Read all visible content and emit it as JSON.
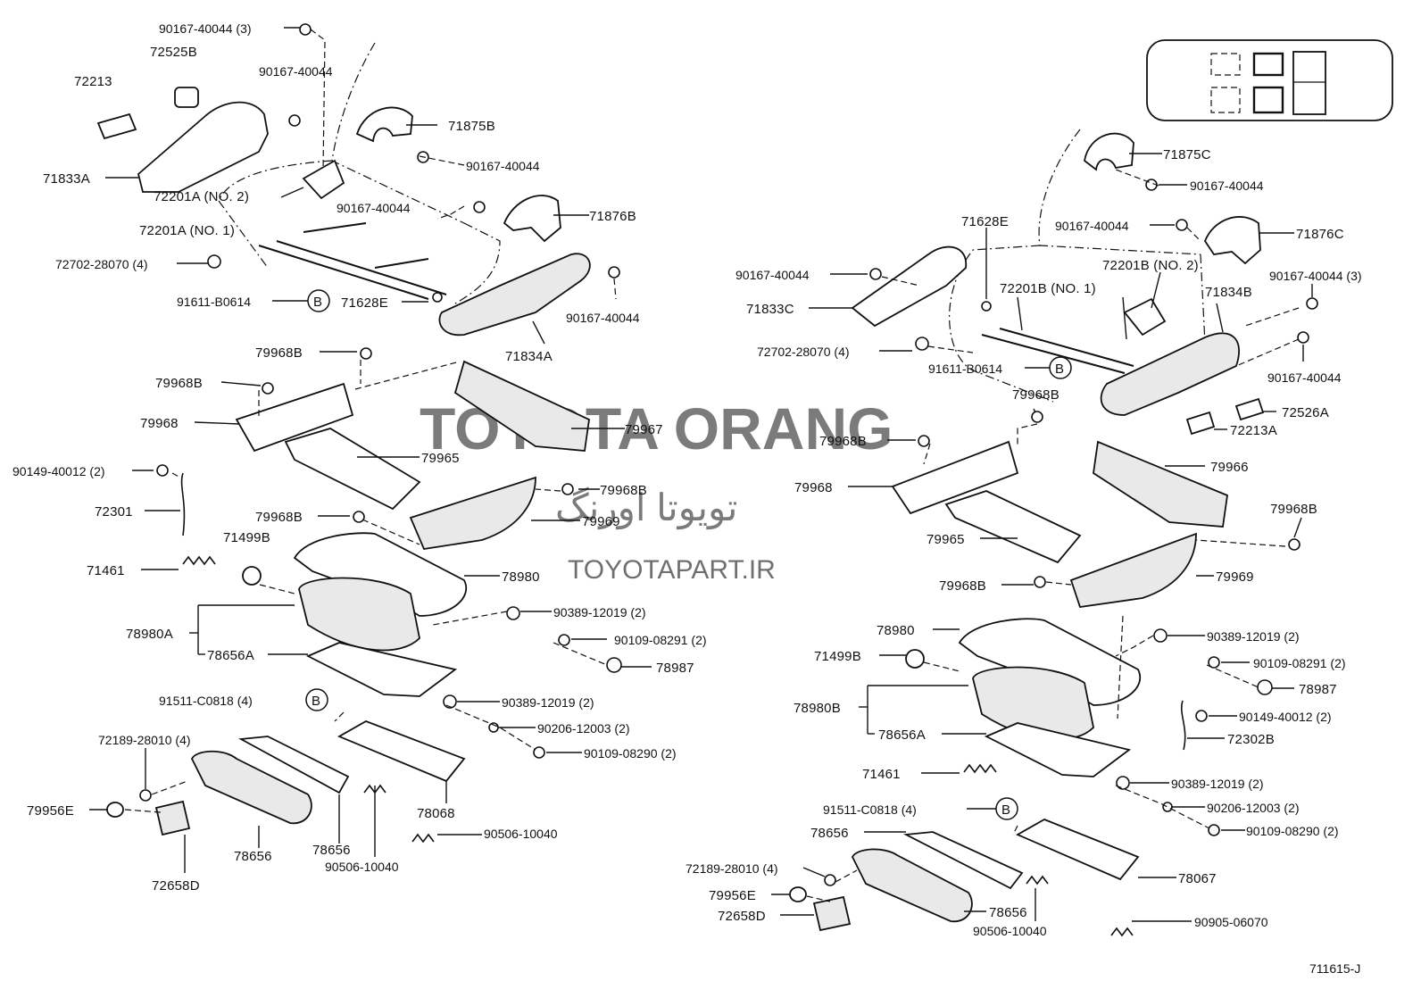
{
  "watermark": {
    "title": "TOYOTA ORANG",
    "arabic": "تویوتا اورنگ",
    "url": "TOYOTAPART.IR"
  },
  "diagram_code": "711615-J",
  "ref_marker": "B",
  "labels": {
    "l_90167_40044_3": "90167-40044 (3)",
    "l_72525B": "72525B",
    "l_72213": "72213",
    "l_90167_40044_a": "90167-40044",
    "l_71875B": "71875B",
    "l_71833A": "71833A",
    "l_90167_40044_b": "90167-40044",
    "l_72201A_no2": "72201A (NO. 2)",
    "l_90167_40044_c": "90167-40044",
    "l_71876B": "71876B",
    "l_72201A_no1": "72201A (NO. 1)",
    "l_72702_4_left": "72702-28070 (4)",
    "l_91611_left": "91611-B0614",
    "l_71628E_left": "71628E",
    "l_90167_40044_d": "90167-40044",
    "l_71834A": "71834A",
    "l_79968B_1": "79968B",
    "l_79968B_2": "79968B",
    "l_79968_left": "79968",
    "l_79967": "79967",
    "l_79965_left": "79965",
    "l_90149_left": "90149-40012 (2)",
    "l_72301": "72301",
    "l_79968B_3": "79968B",
    "l_79969_left": "79969",
    "l_79968B_4": "79968B",
    "l_71499B_left": "71499B",
    "l_71461_left": "71461",
    "l_78980_left": "78980",
    "l_90389_left_1": "90389-12019 (2)",
    "l_78980A": "78980A",
    "l_90109_08291_left": "90109-08291 (2)",
    "l_78656A_left": "78656A",
    "l_78987_left": "78987",
    "l_91511_left": "91511-C0818 (4)",
    "l_90389_left_2": "90389-12019 (2)",
    "l_90206_left": "90206-12003 (2)",
    "l_72189_left": "72189-28010 (4)",
    "l_90109_08290_left": "90109-08290 (2)",
    "l_79956E_left": "79956E",
    "l_78068": "78068",
    "l_78656_left_a": "78656",
    "l_78656_left_b": "78656",
    "l_90506_left_a": "90506-10040",
    "l_90506_left_b": "90506-10040",
    "l_72658D_left": "72658D",
    "l_71875C": "71875C",
    "l_90167_40044_e": "90167-40044",
    "l_71628E_right": "71628E",
    "l_90167_40044_f": "90167-40044",
    "l_71876C": "71876C",
    "l_90167_40044_g": "90167-40044",
    "l_72201B_no2": "72201B (NO. 2)",
    "l_90167_40044_3_right": "90167-40044 (3)",
    "l_71833C": "71833C",
    "l_72201B_no1": "72201B (NO. 1)",
    "l_71834B": "71834B",
    "l_72702_4_right": "72702-28070 (4)",
    "l_90167_40044_h": "90167-40044",
    "l_91611_right": "91611-B0614",
    "l_79968B_5": "79968B",
    "l_72526A": "72526A",
    "l_72213A": "72213A",
    "l_79968B_6": "79968B",
    "l_79966": "79966",
    "l_79968_right": "79968",
    "l_79968B_7": "79968B",
    "l_79965_right": "79965",
    "l_79969_right": "79969",
    "l_79968B_8": "79968B",
    "l_78980_right": "78980",
    "l_90389_right_1": "90389-12019 (2)",
    "l_71499B_right": "71499B",
    "l_90109_08291_right": "90109-08291 (2)",
    "l_78987_right": "78987",
    "l_78980B": "78980B",
    "l_90149_right": "90149-40012 (2)",
    "l_78656A_right": "78656A",
    "l_72302B": "72302B",
    "l_71461_right": "71461",
    "l_90389_right_2": "90389-12019 (2)",
    "l_91511_right": "91511-C0818 (4)",
    "l_90206_right": "90206-12003 (2)",
    "l_78656_right_a": "78656",
    "l_90109_08290_right": "90109-08290 (2)",
    "l_72189_right": "72189-28010 (4)",
    "l_78067": "78067",
    "l_79956E_right": "79956E",
    "l_72658D_right": "72658D",
    "l_78656_right_b": "78656",
    "l_90506_right": "90506-10040",
    "l_90905": "90905-06070"
  }
}
